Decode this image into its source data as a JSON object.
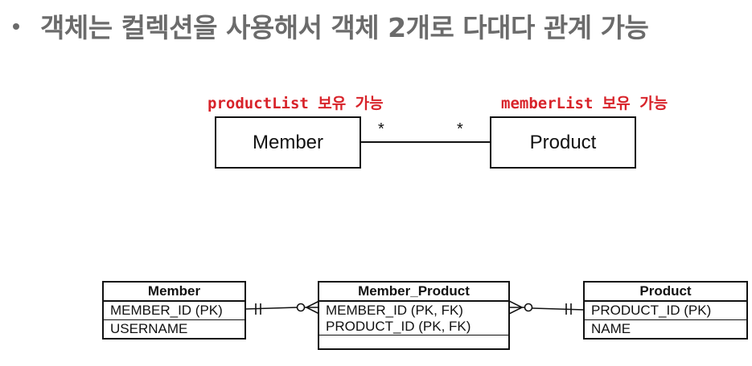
{
  "title": {
    "text": "객체는 컬렉션을 사용해서 객체 2개로 다대다 관계 가능"
  },
  "uml": {
    "member": {
      "label": "Member",
      "note": "productList 보유 가능",
      "multiplicity": "*"
    },
    "product": {
      "label": "Product",
      "note": "memberList 보유 가능",
      "multiplicity": "*"
    }
  },
  "erd": {
    "member": {
      "title": "Member",
      "fields": [
        "MEMBER_ID (PK)",
        "USERNAME"
      ]
    },
    "member_product": {
      "title": "Member_Product",
      "fields": [
        "MEMBER_ID (PK, FK)",
        "PRODUCT_ID (PK, FK)"
      ]
    },
    "product": {
      "title": "Product",
      "fields": [
        "PRODUCT_ID (PK)",
        "NAME"
      ]
    }
  },
  "colors": {
    "title": "#6b6b6b",
    "note": "#d8232a",
    "line": "#111111"
  }
}
